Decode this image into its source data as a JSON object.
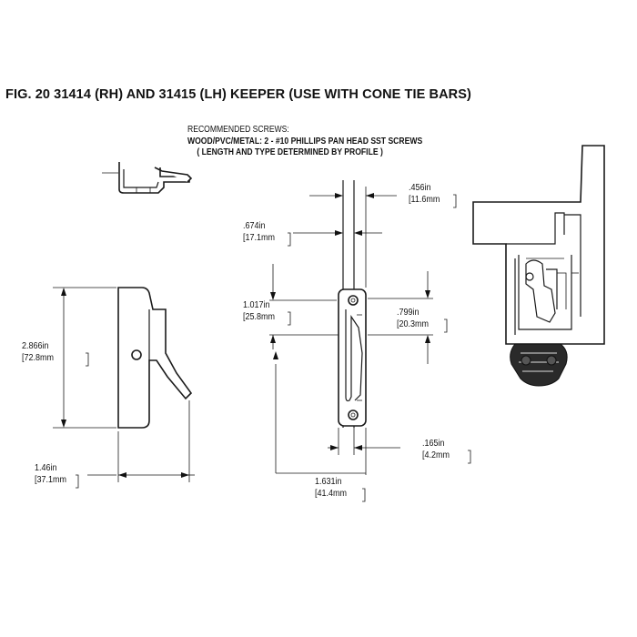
{
  "title": "FIG. 20   31414 (RH) AND 31415 (LH) KEEPER (USE WITH CONE TIE BARS)",
  "screws": {
    "line1": "RECOMMENDED SCREWS:",
    "line2": "WOOD/PVC/METAL: 2 - #10 PHILLIPS PAN HEAD SST SCREWS",
    "line3": "( LENGTH AND TYPE DETERMINED BY PROFILE )"
  },
  "dimensions": {
    "d456": {
      "in": ".456in",
      "mm": "[11.6mm"
    },
    "d674": {
      "in": ".674in",
      "mm": "[17.1mm"
    },
    "d1017": {
      "in": "1.017in",
      "mm": "[25.8mm"
    },
    "d799": {
      "in": ".799in",
      "mm": "[20.3mm"
    },
    "d2866": {
      "in": "2.866in",
      "mm": "[72.8mm"
    },
    "d146": {
      "in": "1.46in",
      "mm": "[37.1mm"
    },
    "d165": {
      "in": ".165in",
      "mm": "[4.2mm"
    },
    "d1631": {
      "in": "1.631in",
      "mm": "[41.4mm"
    }
  }
}
